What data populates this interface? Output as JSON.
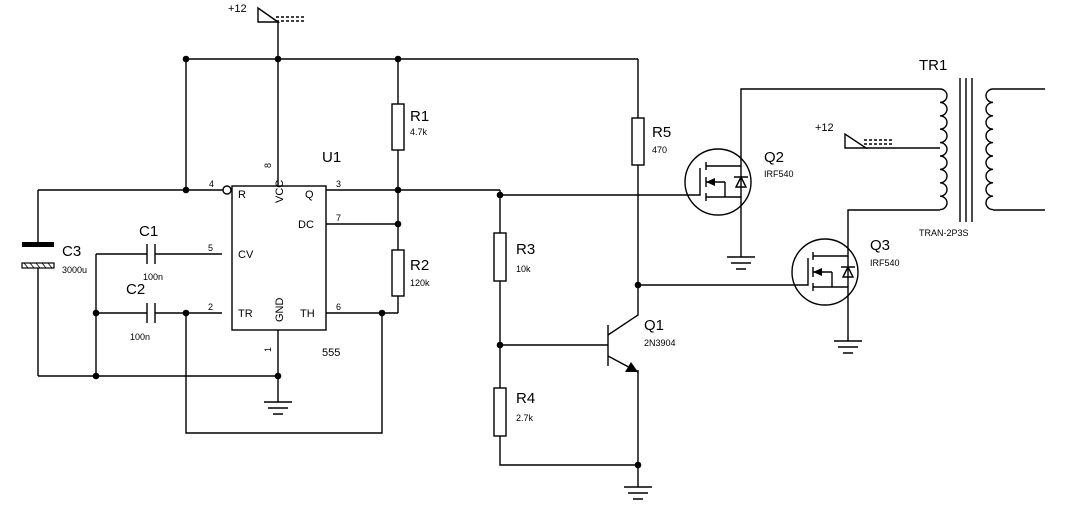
{
  "supply": {
    "label": "+12"
  },
  "u1": {
    "ref": "U1",
    "part": "555",
    "pins": {
      "r": "R",
      "q": "Q",
      "dc": "DC",
      "cv": "CV",
      "tr": "TR",
      "th": "TH",
      "vcc": "VCC",
      "gnd": "GND"
    },
    "pin_numbers": {
      "p4": "4",
      "p8": "8",
      "p3": "3",
      "p7": "7",
      "p5": "5",
      "p2": "2",
      "p6": "6",
      "p1": "1"
    }
  },
  "r1": {
    "ref": "R1",
    "value": "4.7k"
  },
  "r2": {
    "ref": "R2",
    "value": "120k"
  },
  "r3": {
    "ref": "R3",
    "value": "10k"
  },
  "r4": {
    "ref": "R4",
    "value": "2.7k"
  },
  "r5": {
    "ref": "R5",
    "value": "470"
  },
  "c1": {
    "ref": "C1",
    "value": "100n"
  },
  "c2": {
    "ref": "C2",
    "value": "100n"
  },
  "c3": {
    "ref": "C3",
    "value": "3000u"
  },
  "q1": {
    "ref": "Q1",
    "value": "2N3904"
  },
  "q2": {
    "ref": "Q2",
    "value": "IRF540"
  },
  "q3": {
    "ref": "Q3",
    "value": "IRF540"
  },
  "tr1": {
    "ref": "TR1",
    "value": "TRAN-2P3S"
  }
}
